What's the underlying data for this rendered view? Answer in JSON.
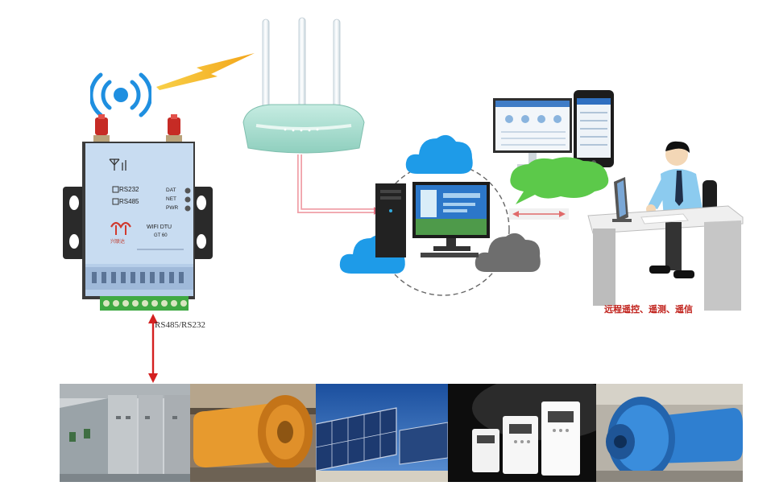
{
  "device": {
    "port_rs232": "RS232",
    "port_rs485": "RS485",
    "led_dat": "DAT",
    "led_net": "NET",
    "led_pwr": "PWR",
    "brand": "兴联达",
    "model_line1": "WIFI DTU",
    "model_line2": "GT 60"
  },
  "link_label": "RS485/RS232",
  "remote_label": "远程遥控、遥测、遥信",
  "colors": {
    "accent_blue": "#1f8fe0",
    "router_teal": "#a9dccf",
    "bubble_green": "#5cc94a",
    "arrow_red": "#d42020",
    "label_red": "#c0201a"
  },
  "bottom_photos": [
    "electrical-cabinets",
    "ball-mill-orange",
    "solar-panels",
    "inverters",
    "ball-mill-blue"
  ]
}
